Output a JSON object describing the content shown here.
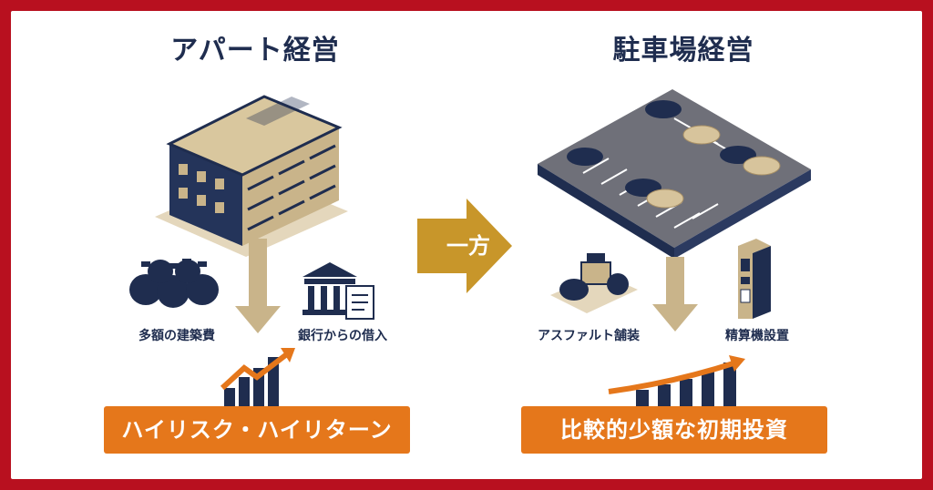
{
  "apartment": {
    "title": "アパート経営",
    "cost_label": "多額の建築費",
    "loan_label": "銀行からの借入",
    "result": "ハイリスク・ハイリターン"
  },
  "connector": {
    "label": "一方"
  },
  "parking": {
    "title": "駐車場経営",
    "paving_label": "アスファルト舗装",
    "machine_label": "精算機設置",
    "result": "比較的少額な初期投資"
  },
  "colors": {
    "frame": "#b8101f",
    "navy": "#1f2d4f",
    "beige": "#c9b48a",
    "orange": "#e5771b",
    "arrow_gold": "#c8962a"
  }
}
